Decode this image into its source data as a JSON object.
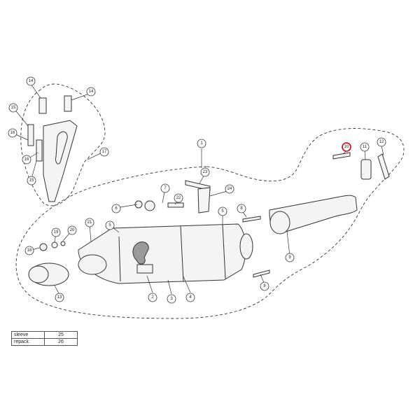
{
  "callouts": [
    {
      "id": "c1",
      "label": "1"
    },
    {
      "id": "c2",
      "label": "2"
    },
    {
      "id": "c3",
      "label": "3"
    },
    {
      "id": "c4",
      "label": "4"
    },
    {
      "id": "c5a",
      "label": "5"
    },
    {
      "id": "c5b",
      "label": "5"
    },
    {
      "id": "c6",
      "label": "6"
    },
    {
      "id": "c7",
      "label": "7"
    },
    {
      "id": "c8a",
      "label": "8"
    },
    {
      "id": "c8b",
      "label": "8"
    },
    {
      "id": "c9",
      "label": "9"
    },
    {
      "id": "c10",
      "label": "10",
      "highlighted": true
    },
    {
      "id": "c11",
      "label": "11"
    },
    {
      "id": "c12",
      "label": "12"
    },
    {
      "id": "c13",
      "label": "13"
    },
    {
      "id": "c14a",
      "label": "14"
    },
    {
      "id": "c14b",
      "label": "14"
    },
    {
      "id": "c15a",
      "label": "15"
    },
    {
      "id": "c15b",
      "label": "15"
    },
    {
      "id": "c16a",
      "label": "16"
    },
    {
      "id": "c16b",
      "label": "16"
    },
    {
      "id": "c17",
      "label": "17"
    },
    {
      "id": "c18",
      "label": "18"
    },
    {
      "id": "c19",
      "label": "19"
    },
    {
      "id": "c20",
      "label": "20"
    },
    {
      "id": "c21",
      "label": "21"
    },
    {
      "id": "c22",
      "label": "22"
    },
    {
      "id": "c23",
      "label": "23"
    },
    {
      "id": "c24",
      "label": "24"
    }
  ],
  "highlight_color": "#d0021b",
  "legend": [
    {
      "label": "sleeve",
      "number": "25"
    },
    {
      "label": "repack",
      "number": "26"
    }
  ]
}
